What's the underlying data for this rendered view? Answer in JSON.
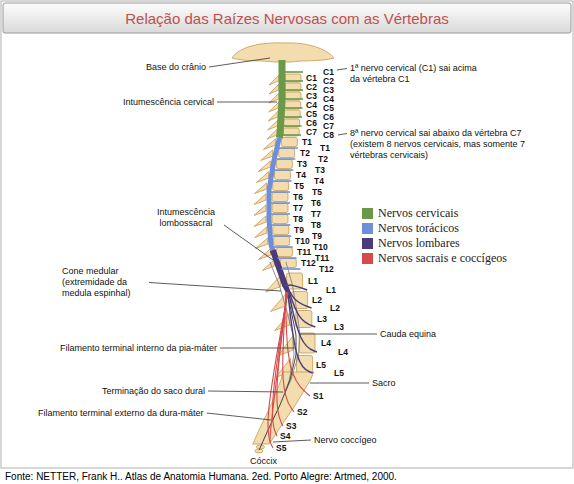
{
  "diagram": {
    "title": "Relação das Raízes Nervosas com as Vértebras",
    "caption": "Fonte: NETTER, Frank H.. Atlas de Anatomia Humana. 2ed. Porto Alegre: Artmed, 2000.",
    "labels": [
      "Base do crânio",
      "1ª nervo cervical (C1) sai acima da vértebra C1",
      "Intumescência cervical",
      "8ª nervo cervical sai abaixo da vértebra C7 (existem 8 nervos cervicais, mas somente 7 vértebras cervicais)",
      "Intumescência lombossacral",
      "Cone medular (extremidade da medula espinhal)",
      "Cauda equina",
      "Filamento terminal interno da pia-máter",
      "Sacro",
      "Terminação do saco dural",
      "Filamento terminal externo da dura-máter",
      "Nervo coccígeo",
      "Cóccix",
      "C1",
      "C2",
      "C3",
      "C4",
      "C5",
      "C6",
      "C7",
      "C8",
      "C1",
      "C2",
      "C3",
      "C4",
      "C5",
      "C6",
      "C7",
      "T1",
      "T2",
      "T3",
      "T4",
      "T5",
      "T6",
      "T7",
      "T8",
      "T9",
      "T10",
      "T11",
      "T12",
      "T1",
      "T2",
      "T3",
      "T4",
      "T5",
      "T6",
      "T7",
      "T8",
      "T9",
      "T10",
      "T11",
      "T12",
      "L1",
      "L2",
      "L3",
      "L4",
      "L5",
      "L1",
      "L2",
      "L3",
      "L4",
      "L5",
      "S1",
      "S2",
      "S3",
      "S4",
      "S5"
    ],
    "legend": [
      {
        "text": "Nervos cervicais",
        "color": "#6a9a48"
      },
      {
        "text": "Nervos torácicos",
        "color": "#6e8fd8"
      },
      {
        "text": "Nervos lombares",
        "color": "#4a3b7c"
      },
      {
        "text": "Nervos sacrais e coccígeos",
        "color": "#d84a4a"
      }
    ]
  }
}
